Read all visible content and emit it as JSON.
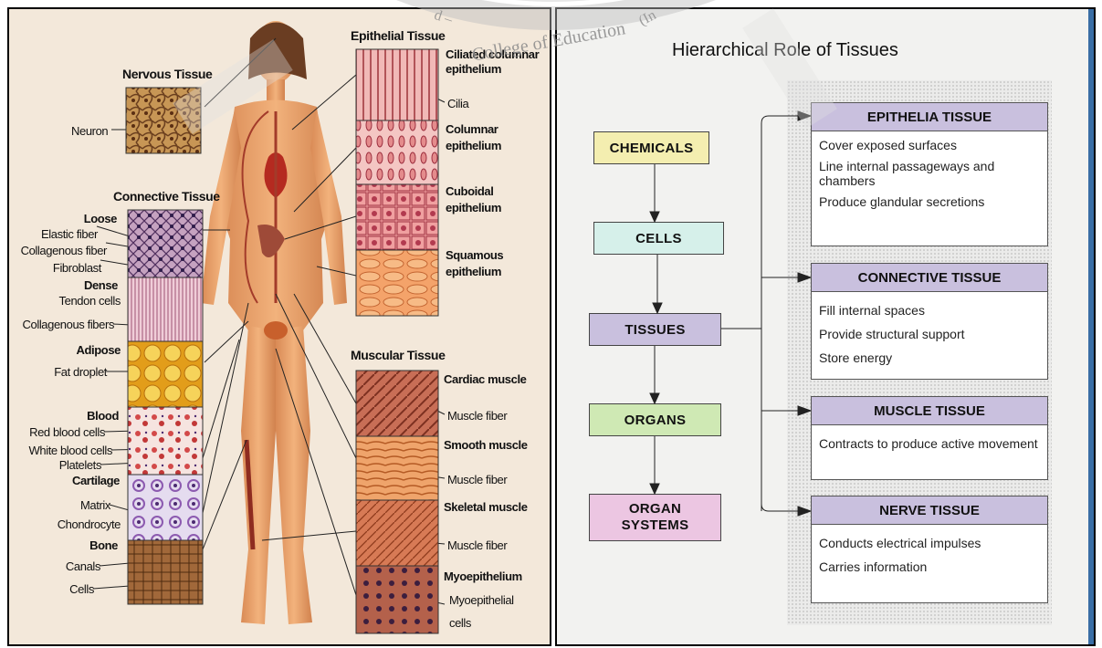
{
  "left": {
    "nervous_title": "Nervous Tissue",
    "neuron": "Neuron",
    "connective_title": "Connective Tissue",
    "loose": "Loose",
    "elastic_fiber": "Elastic fiber",
    "collagenous_fiber": "Collagenous fiber",
    "fibroblast": "Fibroblast",
    "dense": "Dense",
    "tendon_cells": "Tendon cells",
    "collagenous_fibers": "Collagenous fibers",
    "adipose": "Adipose",
    "fat_droplet": "Fat droplet",
    "blood": "Blood",
    "red_blood_cells": "Red blood cells",
    "white_blood_cells": "White blood cells",
    "platelets": "Platelets",
    "cartilage": "Cartilage",
    "matrix": "Matrix",
    "chondrocyte": "Chondrocyte",
    "bone": "Bone",
    "canals": "Canals",
    "cells": "Cells",
    "epithelial_title": "Epithelial Tissue",
    "ciliated_columnar": "Ciliated columnar",
    "epithelium": "epithelium",
    "cilia": "Cilia",
    "columnar": "Columnar",
    "cuboidal": "Cuboidal",
    "squamous": "Squamous",
    "muscular_title": "Muscular Tissue",
    "cardiac_muscle": "Cardiac muscle",
    "muscle_fiber": "Muscle fiber",
    "smooth_muscle": "Smooth muscle",
    "skeletal_muscle": "Skeletal muscle",
    "myoepithelium": "Myoepithelium",
    "myoepithelial": "Myoepithelial",
    "myo_cells": "cells"
  },
  "watermark": {
    "text": "College of Education",
    "partial_d": "d –",
    "partial_i": "(In"
  },
  "right": {
    "title": "Hierarchical Role of Tissues",
    "hierarchy": [
      "CHEMICALS",
      "CELLS",
      "TISSUES",
      "ORGANS",
      "ORGAN SYSTEMS"
    ],
    "tissues": [
      {
        "name": "EPITHELIA TISSUE",
        "items": [
          "Cover exposed surfaces",
          "Line internal passageways and chambers",
          "Produce glandular secretions"
        ]
      },
      {
        "name": "CONNECTIVE TISSUE",
        "items": [
          "Fill internal spaces",
          "Provide structural support",
          "Store energy"
        ]
      },
      {
        "name": "MUSCLE TISSUE",
        "items": [
          "Contracts to produce active movement"
        ]
      },
      {
        "name": "NERVE TISSUE",
        "items": [
          "Conducts electrical impulses",
          "Carries information"
        ]
      }
    ],
    "colors": {
      "chemicals": "#f4eeb0",
      "cells": "#d6f0ea",
      "tissues": "#c9c0de",
      "organs": "#cfe9b4",
      "organ_systems": "#ecc6e2",
      "tissue_header": "#c9c0de"
    }
  }
}
